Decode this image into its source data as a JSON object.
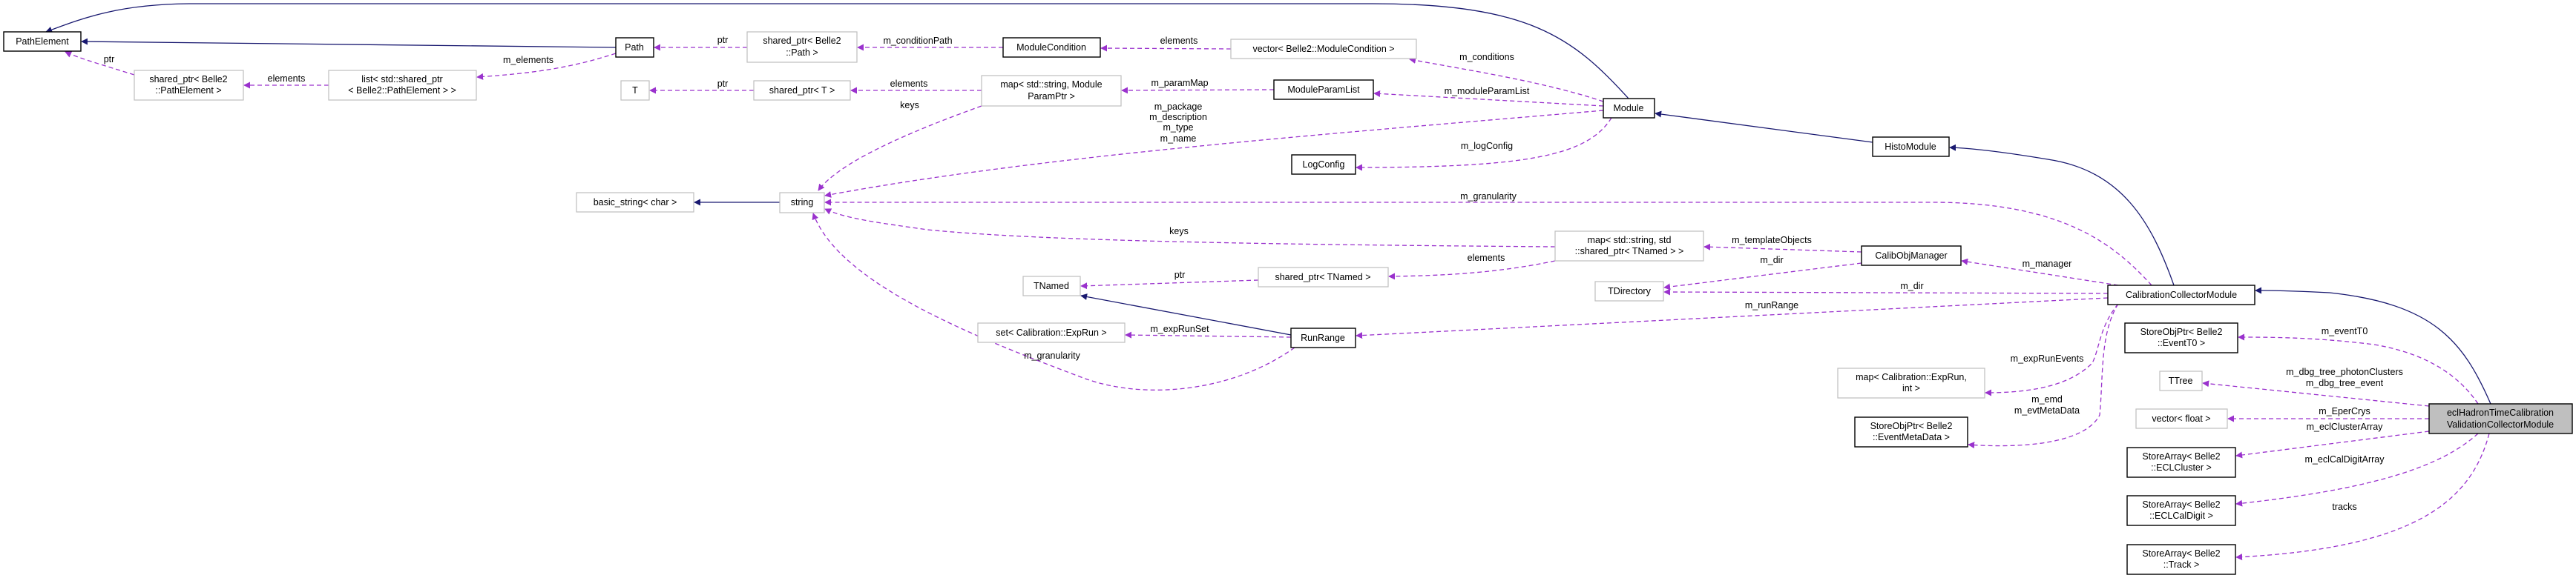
{
  "colors": {
    "inheritance": "#191970",
    "usage": "#9a32cd",
    "main_node_fill": "#bfbfbf",
    "undocumented_border": "#bfbfbf"
  },
  "nodes": {
    "path_element": [
      "PathElement"
    ],
    "path": [
      "Path"
    ],
    "shared_ptr_path_element": [
      "shared_ptr< Belle2",
      "::PathElement >"
    ],
    "list_shared_ptr": [
      "list< std::shared_ptr",
      "< Belle2::PathElement > >"
    ],
    "shared_ptr_path": [
      "shared_ptr< Belle2",
      "::Path >"
    ],
    "module_condition": [
      "ModuleCondition"
    ],
    "vector_module_condition": [
      "vector< Belle2::ModuleCondition >"
    ],
    "t": [
      "T"
    ],
    "shared_ptr_t": [
      "shared_ptr< T >"
    ],
    "map_module_param": [
      "map< std::string, Module",
      "ParamPtr >"
    ],
    "module_param_list": [
      "ModuleParamList"
    ],
    "module": [
      "Module"
    ],
    "log_config": [
      "LogConfig"
    ],
    "basic_string": [
      "basic_string< char >"
    ],
    "string": [
      "string"
    ],
    "histo_module": [
      "HistoModule"
    ],
    "map_tnamed": [
      "map< std::string, std",
      "::shared_ptr< TNamed > >"
    ],
    "calib_obj_manager": [
      "CalibObjManager"
    ],
    "tnamed": [
      "TNamed"
    ],
    "shared_ptr_tnamed": [
      "shared_ptr< TNamed >"
    ],
    "tdirectory": [
      "TDirectory"
    ],
    "calibration_collector_module": [
      "CalibrationCollectorModule"
    ],
    "set_exprun": [
      "set< Calibration::ExpRun >"
    ],
    "run_range": [
      "RunRange"
    ],
    "map_exprun_int": [
      "map< Calibration::ExpRun,",
      "int >"
    ],
    "store_obj_ptr_event_meta_data": [
      "StoreObjPtr< Belle2",
      "::EventMetaData >"
    ],
    "store_obj_ptr_event_t0": [
      "StoreObjPtr< Belle2",
      "::EventT0 >"
    ],
    "ttree": [
      "TTree"
    ],
    "vector_float": [
      "vector< float >"
    ],
    "store_array_ecl_cluster": [
      "StoreArray< Belle2",
      "::ECLCluster >"
    ],
    "store_array_ecl_cal_digit": [
      "StoreArray< Belle2",
      "::ECLCalDigit >"
    ],
    "store_array_track": [
      "StoreArray< Belle2",
      "::Track >"
    ],
    "ecl_hadron_module": [
      "eclHadronTimeCalibration",
      "ValidationCollectorModule"
    ]
  },
  "edges": {
    "pe_ptr": [
      "ptr"
    ],
    "list_elements": [
      "elements"
    ],
    "path_m_elements": [
      "m_elements"
    ],
    "path_ptr": [
      "ptr"
    ],
    "cond_path": [
      "m_conditionPath"
    ],
    "vec_cond_elements": [
      "elements"
    ],
    "module_conditions": [
      "m_conditions"
    ],
    "t_ptr": [
      "ptr"
    ],
    "map_param_elements": [
      "elements"
    ],
    "map_param_keys": [
      "keys"
    ],
    "param_map": [
      "m_paramMap"
    ],
    "module_param_list": [
      "m_moduleParamList"
    ],
    "module_strings": [
      "m_package",
      "m_description",
      "m_type",
      "m_name"
    ],
    "module_log_config": [
      "m_logConfig"
    ],
    "ccm_granularity": [
      "m_granularity"
    ],
    "map_tnamed_keys": [
      "keys"
    ],
    "map_tnamed_elements": [
      "elements"
    ],
    "tnamed_ptr": [
      "ptr"
    ],
    "template_objects": [
      "m_templateObjects"
    ],
    "com_dir": [
      "m_dir"
    ],
    "ccm_manager": [
      "m_manager"
    ],
    "ccm_dir": [
      "m_dir"
    ],
    "ccm_run_range": [
      "m_runRange"
    ],
    "exp_run_set": [
      "m_expRunSet"
    ],
    "rr_granularity": [
      "m_granularity"
    ],
    "exp_run_events": [
      "m_expRunEvents"
    ],
    "emd": [
      "m_emd",
      "m_evtMetaData"
    ],
    "event_t0": [
      "m_eventT0"
    ],
    "dbg_tree": [
      "m_dbg_tree_photonClusters",
      "m_dbg_tree_event"
    ],
    "eper_crys": [
      "m_EperCrys"
    ],
    "ecl_cluster_array": [
      "m_eclClusterArray"
    ],
    "ecl_cal_digit_array": [
      "m_eclCalDigitArray"
    ],
    "tracks": [
      "tracks"
    ]
  }
}
